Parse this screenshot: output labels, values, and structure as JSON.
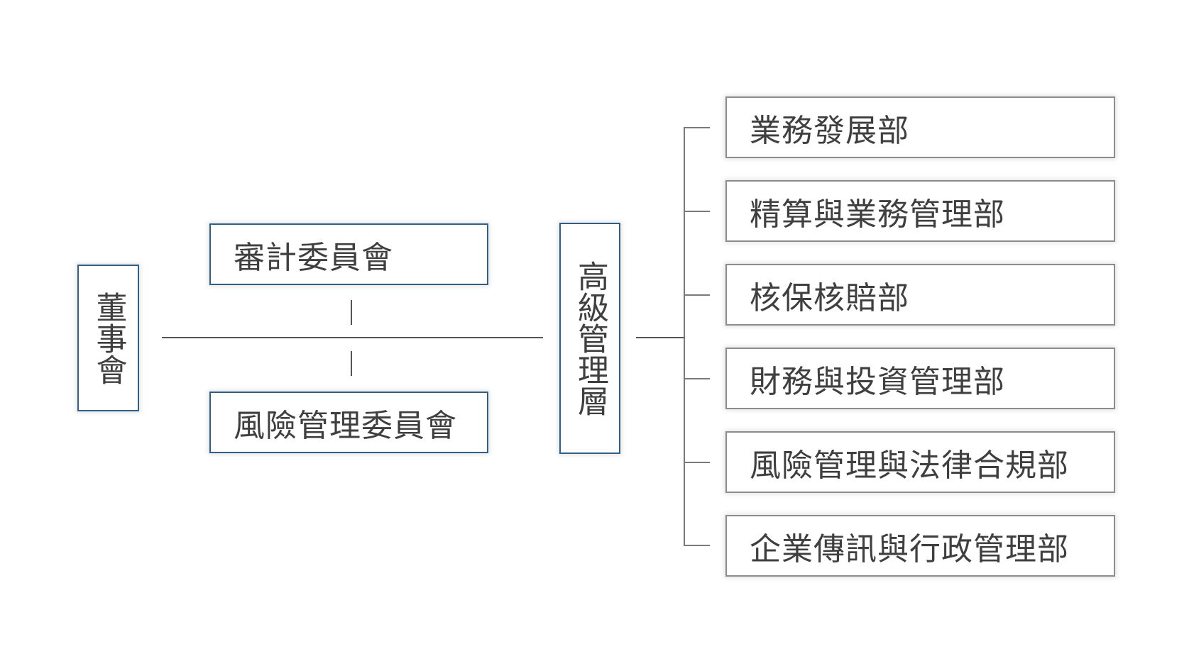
{
  "diagram": {
    "board": {
      "label": "董事會"
    },
    "committees": [
      {
        "label": "審計委員會"
      },
      {
        "label": "風險管理委員會"
      }
    ],
    "management": {
      "label": "高級管理層"
    },
    "departments": [
      {
        "label": "業務發展部"
      },
      {
        "label": "精算與業務管理部"
      },
      {
        "label": "核保核賠部"
      },
      {
        "label": "財務與投資管理部"
      },
      {
        "label": "風險管理與法律合規部"
      },
      {
        "label": "企業傳訊與行政管理部"
      }
    ],
    "colors": {
      "committee_border": "#2f5f86",
      "department_border": "#8c8c8c",
      "connector": "#555555",
      "text": "#3f3f3f"
    }
  }
}
